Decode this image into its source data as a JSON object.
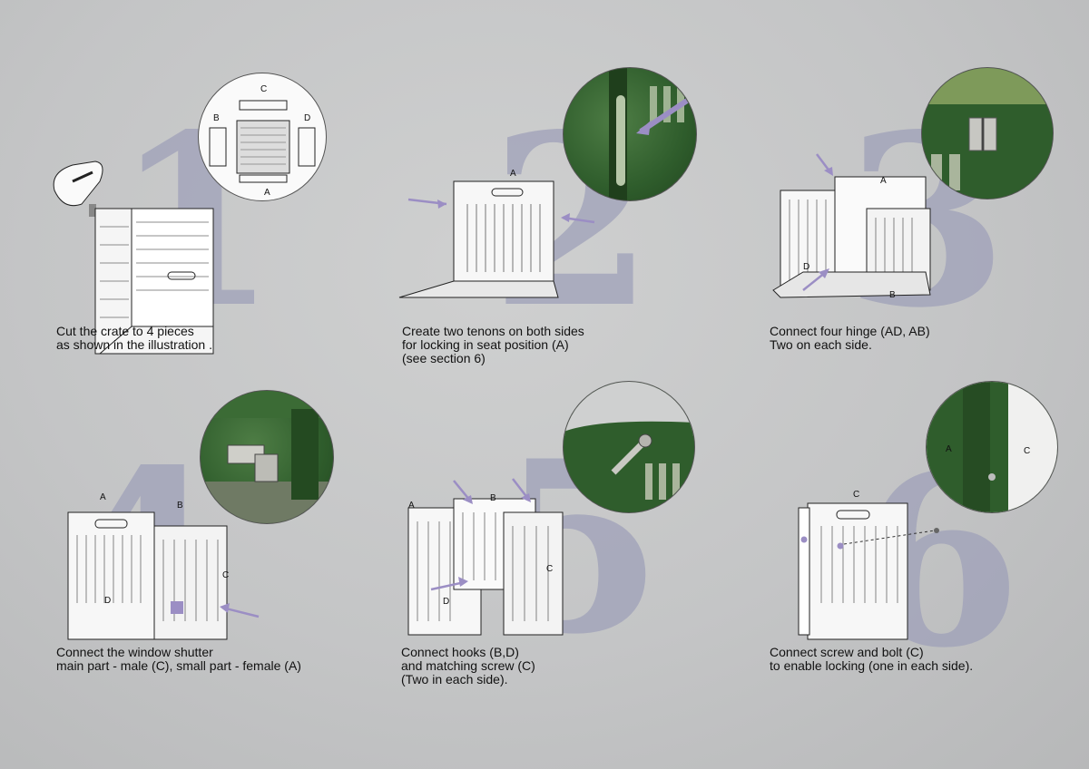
{
  "steps": [
    {
      "number": "1",
      "caption": "Cut the crate to 4 pieces\nas shown in the illustration .",
      "labels": {
        "a": "A",
        "b": "B",
        "c": "C",
        "d": "D"
      }
    },
    {
      "number": "2",
      "caption": "Create two tenons on both sides\nfor locking in seat position (A)\n(see section 6)",
      "labels": {
        "a": "A"
      }
    },
    {
      "number": "3",
      "caption": "Connect four hinge (AD, AB)\nTwo on each side.",
      "labels": {
        "a": "A",
        "b": "B",
        "d": "D"
      }
    },
    {
      "number": "4",
      "caption": "Connect the window shutter\nmain part - male (C), small part - female (A)",
      "labels": {
        "a": "A",
        "b": "B",
        "c": "C",
        "d": "D"
      }
    },
    {
      "number": "5",
      "caption": "Connect hooks (B,D)\nand matching screw (C)\n(Two in each side).",
      "labels": {
        "a": "A",
        "b": "B",
        "c": "C",
        "d": "D"
      }
    },
    {
      "number": "6",
      "caption": "Connect screw and bolt (C)\nto enable locking (one in each side).",
      "labels": {
        "a": "A",
        "c": "C"
      }
    }
  ],
  "colors": {
    "accent_arrow": "#9b8ec4",
    "big_number": "#9fa1b9",
    "photo_green": "#2f5d2c"
  }
}
